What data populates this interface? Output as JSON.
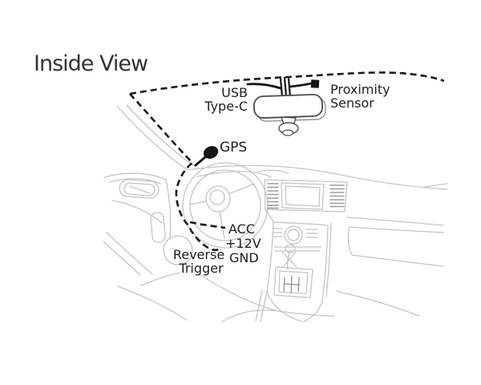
{
  "title": "Inside View",
  "diagram": {
    "labels": {
      "usb": {
        "line1": "USB",
        "line2": "Type-C"
      },
      "proximity": {
        "line1": "Proximity",
        "line2": "Sensor"
      },
      "gps": "GPS",
      "power": {
        "line1": "ACC",
        "line2": "+12V",
        "line3": "GND"
      },
      "reverse_trigger": {
        "line1": "Reverse",
        "line2": "Trigger"
      }
    },
    "icons": {
      "mirror": "rearview-mirror",
      "gps_dot": "gps-antenna-dot",
      "proximity_block": "proximity-sensor-block",
      "cable_route": "dashed-cable-route"
    },
    "colors": {
      "background": "#ffffff",
      "title_text": "#333333",
      "label_text": "#1f1f1f",
      "cable_route": "#1a1a1a",
      "device_fill": "#151515",
      "mirror_outline": "#4d4d4d",
      "car_line_art": "#c5c5c5"
    }
  }
}
